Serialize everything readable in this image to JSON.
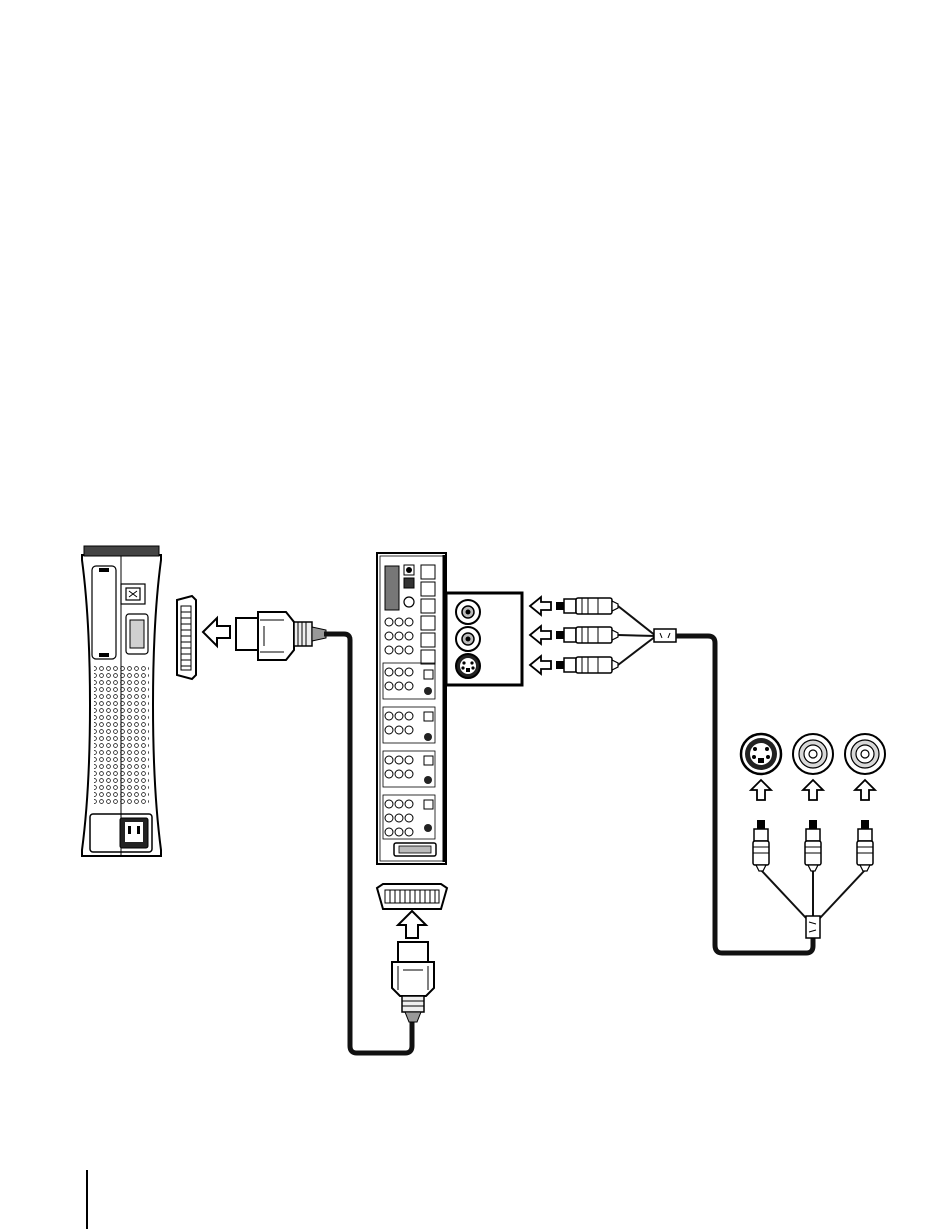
{
  "diagram": {
    "caption": "",
    "devices": [
      {
        "id": "console",
        "icon": "game-console-rear-icon"
      },
      {
        "id": "switch-box",
        "icon": "av-switch-box-rear-icon"
      },
      {
        "id": "tv-inputs",
        "icon": "tv-av-input-jacks-icon"
      }
    ],
    "connectors": [
      {
        "id": "console-av-port",
        "icon": "multi-pin-av-port-icon"
      },
      {
        "id": "av-plug-top",
        "icon": "proprietary-av-plug-icon"
      },
      {
        "id": "switch-output-port",
        "icon": "multi-pin-av-port-icon"
      },
      {
        "id": "av-plug-bottom",
        "icon": "proprietary-av-plug-icon"
      },
      {
        "id": "rca-plug-group-top",
        "icon": "rca-plug-icon",
        "count": 3
      },
      {
        "id": "rca-plug-group-bottom",
        "icon": "rca-plug-icon",
        "count": 3
      },
      {
        "id": "tv-svideo-jack",
        "icon": "s-video-jack-icon"
      },
      {
        "id": "tv-rca-jack-1",
        "icon": "rca-jack-icon"
      },
      {
        "id": "tv-rca-jack-2",
        "icon": "rca-jack-icon"
      }
    ],
    "arrows": [
      {
        "id": "arrow-into-console",
        "direction": "left"
      },
      {
        "id": "arrow-into-switch-top",
        "direction": "up"
      },
      {
        "id": "arrow-rca-1",
        "direction": "left"
      },
      {
        "id": "arrow-rca-2",
        "direction": "left"
      },
      {
        "id": "arrow-rca-3",
        "direction": "left"
      },
      {
        "id": "arrow-tv-1",
        "direction": "up"
      },
      {
        "id": "arrow-tv-2",
        "direction": "up"
      },
      {
        "id": "arrow-tv-3",
        "direction": "up"
      }
    ],
    "colors": {
      "line": "#000000",
      "fill": "#ffffff",
      "shade": "#bdbdbd",
      "dark": "#1a1a1a"
    }
  }
}
